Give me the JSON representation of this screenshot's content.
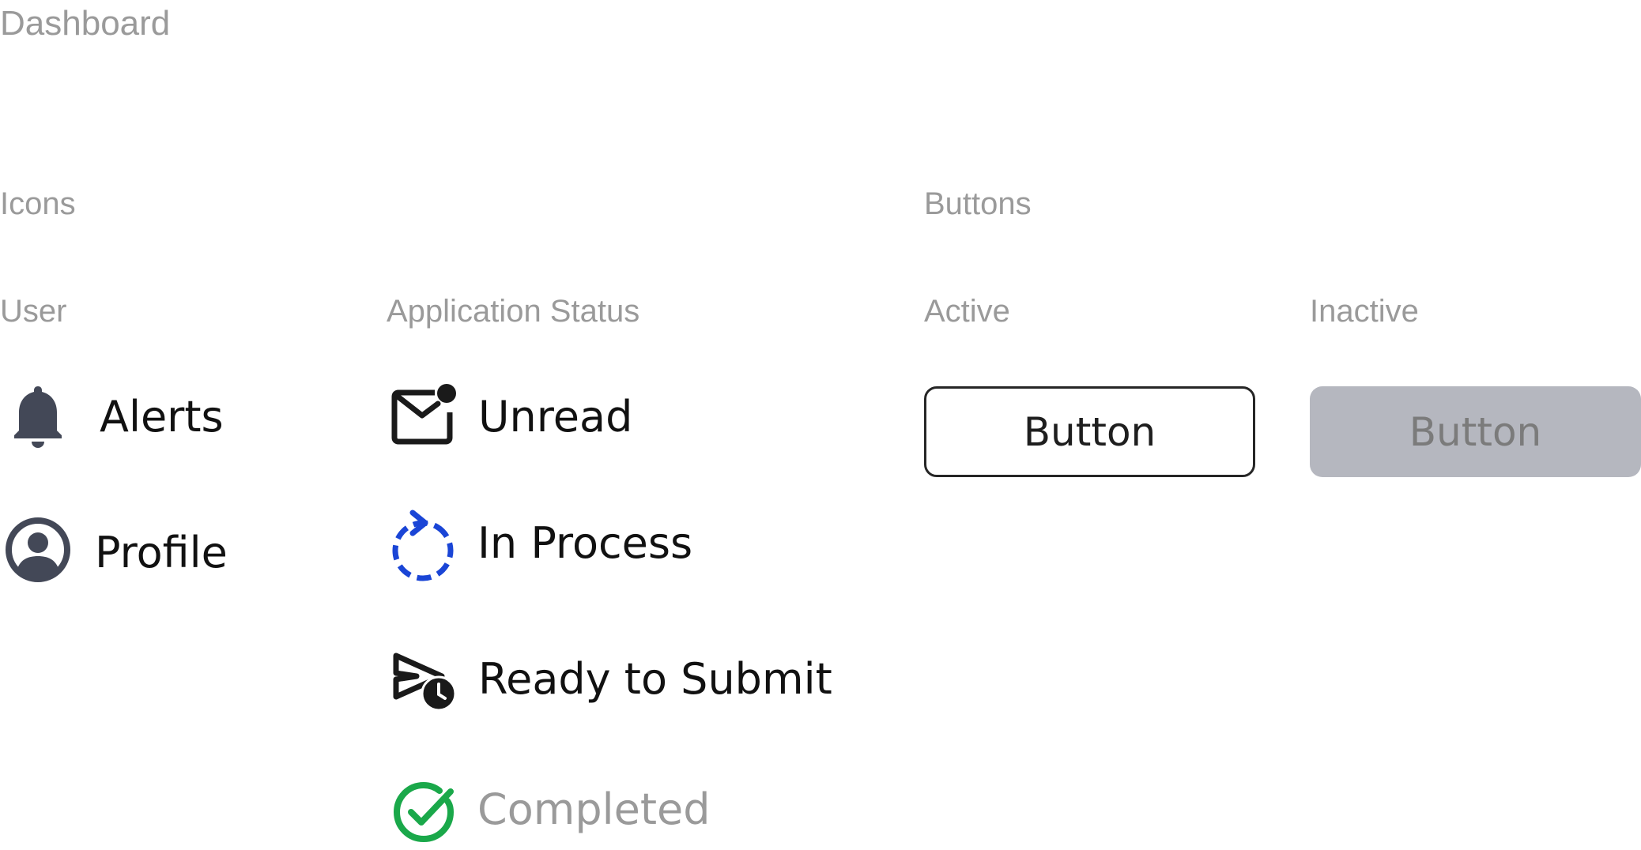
{
  "page_title": "Dashboard",
  "icons_section": {
    "heading": "Icons",
    "user": {
      "heading": "User",
      "items": [
        {
          "label": "Alerts",
          "icon": "bell-icon"
        },
        {
          "label": "Profile",
          "icon": "user-circle-icon"
        }
      ]
    },
    "application_status": {
      "heading": "Application Status",
      "items": [
        {
          "label": "Unread",
          "icon": "mail-unread-icon"
        },
        {
          "label": "In Process",
          "icon": "refresh-dashed-icon"
        },
        {
          "label": "Ready to Submit",
          "icon": "send-clock-icon"
        },
        {
          "label": "Completed",
          "icon": "check-circle-icon"
        }
      ]
    }
  },
  "buttons_section": {
    "heading": "Buttons",
    "active": {
      "heading": "Active",
      "label": "Button"
    },
    "inactive": {
      "heading": "Inactive",
      "label": "Button"
    }
  },
  "colors": {
    "label_gray": "#9a9a9a",
    "icon_dark": "#434857",
    "in_process_blue": "#1a45d6",
    "completed_green": "#1aa84a",
    "inactive_button_bg": "#b5b7bf"
  }
}
